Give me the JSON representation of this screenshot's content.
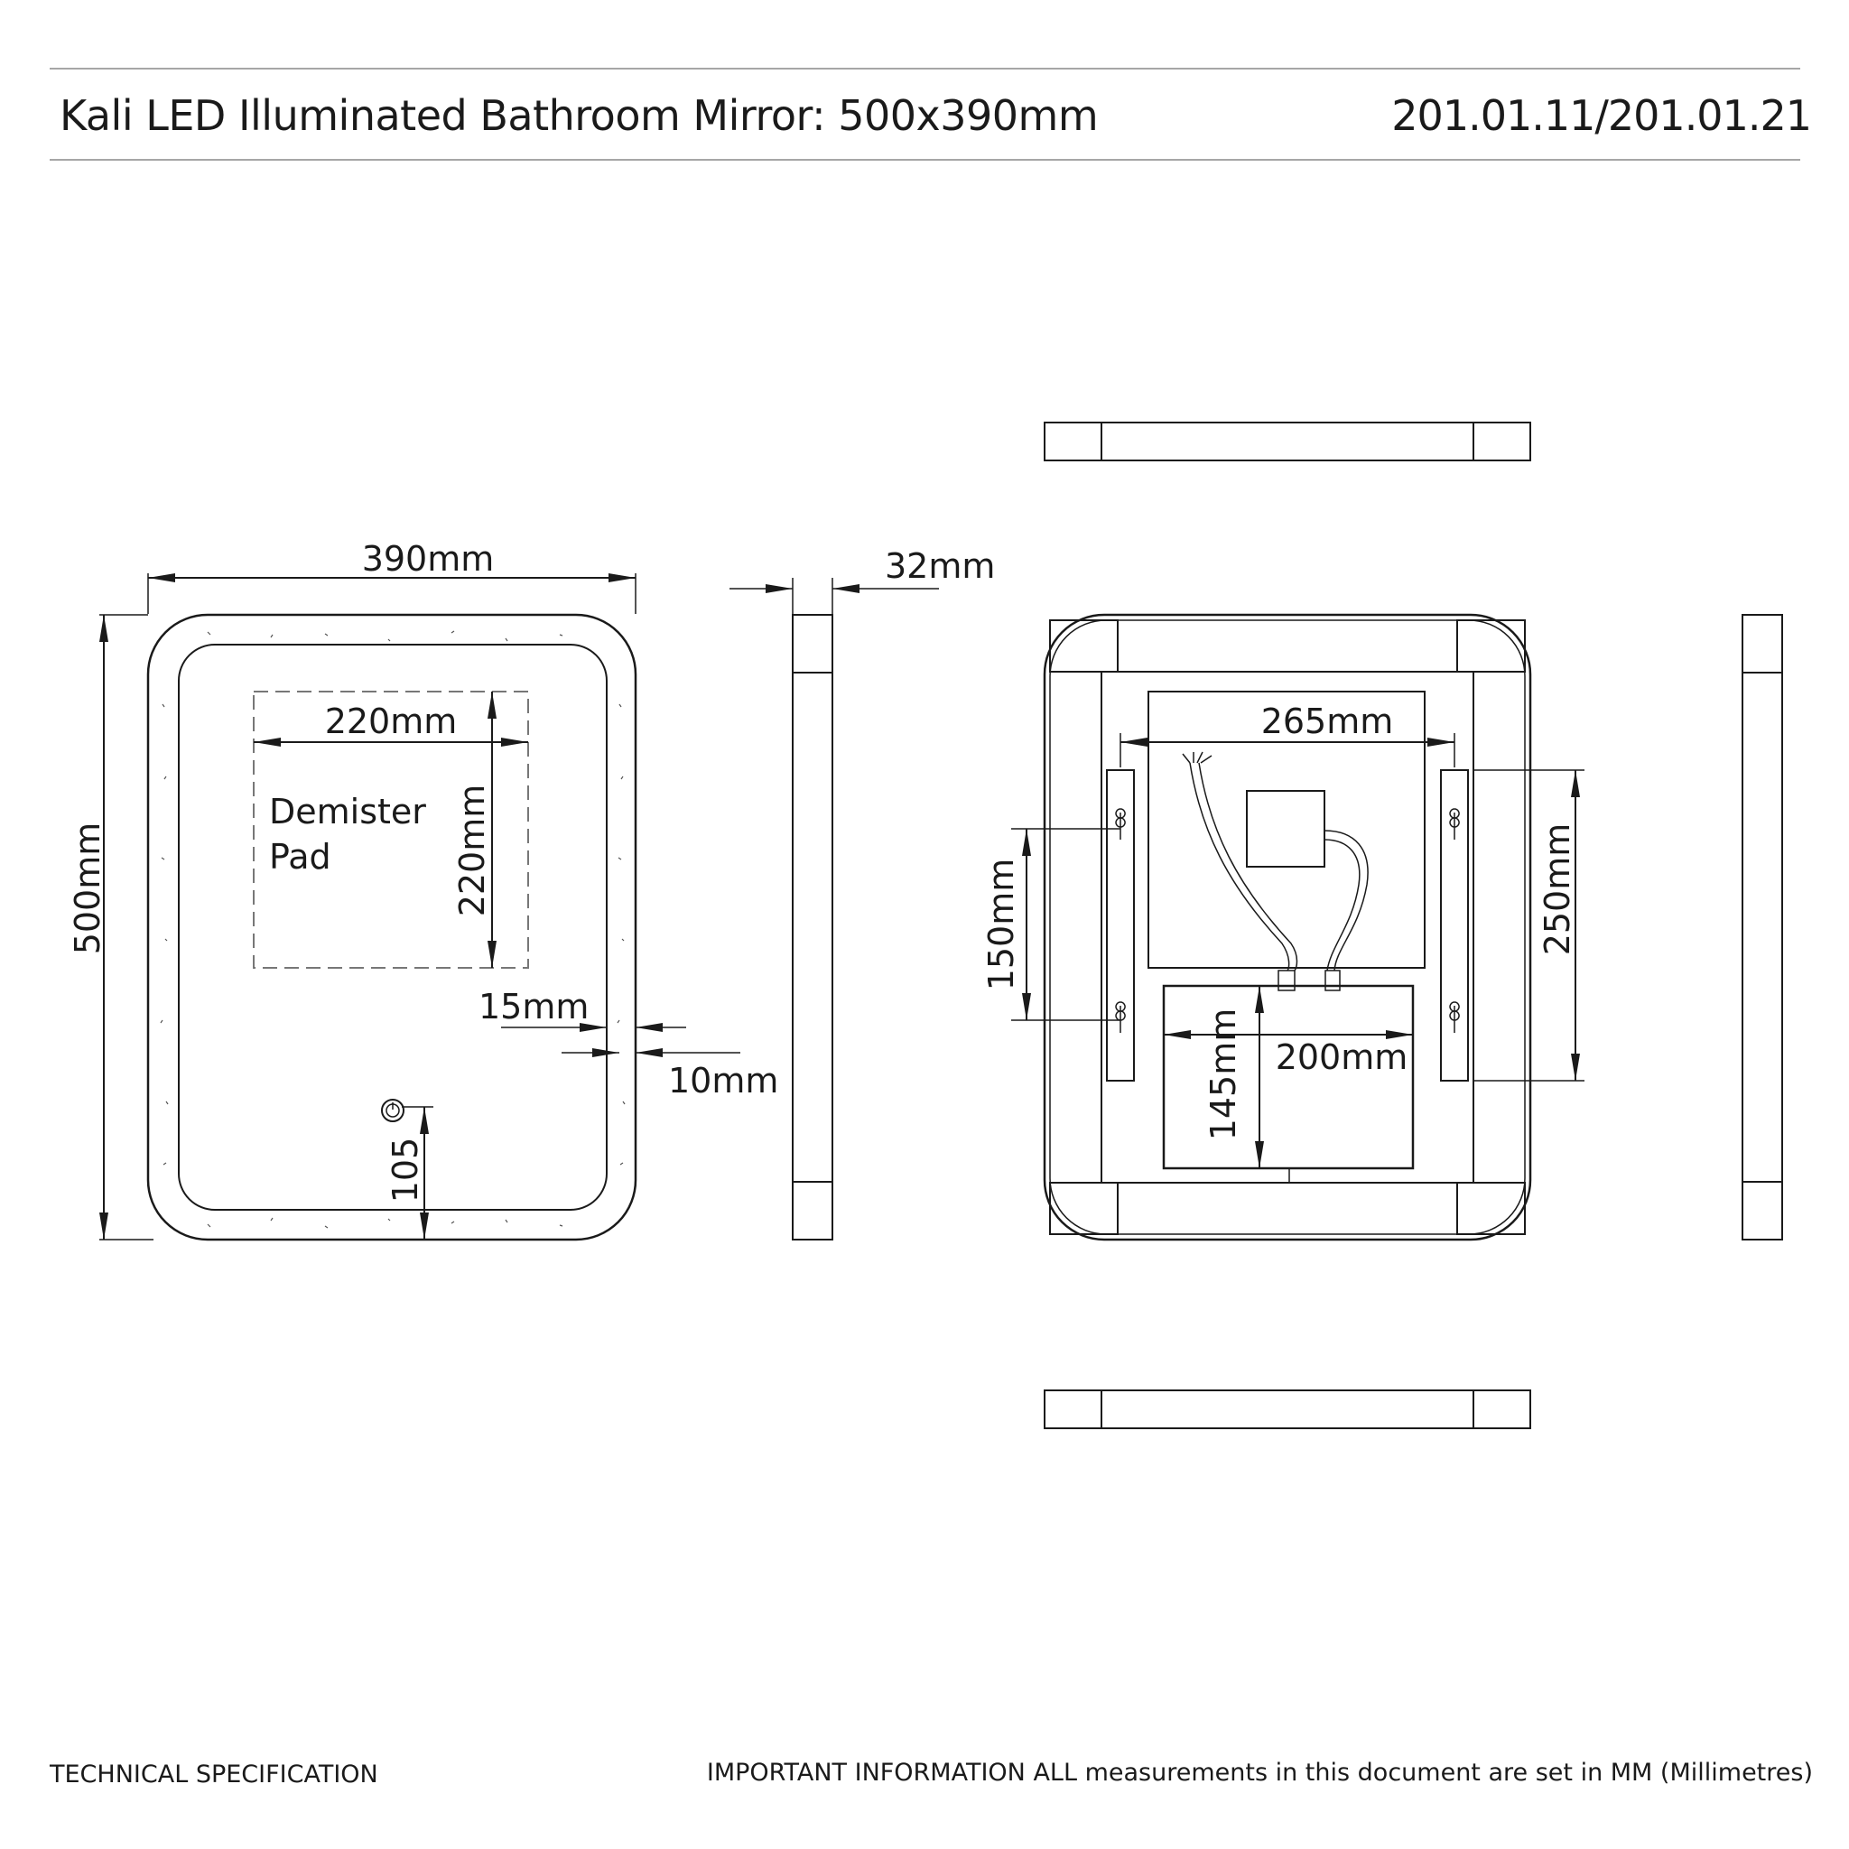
{
  "header": {
    "title": "Kali LED Illuminated Bathroom Mirror: 500x390mm",
    "product_code": "201.01.11/201.01.21"
  },
  "front_view": {
    "width_label": "390mm",
    "height_label": "500mm",
    "demister_width_label": "220mm",
    "demister_height_label": "220mm",
    "demister_line1": "Demister",
    "demister_line2": "Pad",
    "inner_gap_label": "15mm",
    "led_band_label": "10mm",
    "switch_offset_label": "105",
    "switch_icon": "power-icon"
  },
  "side_view": {
    "depth_label": "32mm"
  },
  "rear_view": {
    "rail_spacing_label": "265mm",
    "left_rail_label": "150mm",
    "right_rail_label": "250mm",
    "box_width_label": "200mm",
    "box_height_label": "145mm"
  },
  "footer": {
    "left": "TECHNICAL SPECIFICATION",
    "right": "IMPORTANT INFORMATION  ALL measurements in this document are set in MM (Millimetres)"
  }
}
